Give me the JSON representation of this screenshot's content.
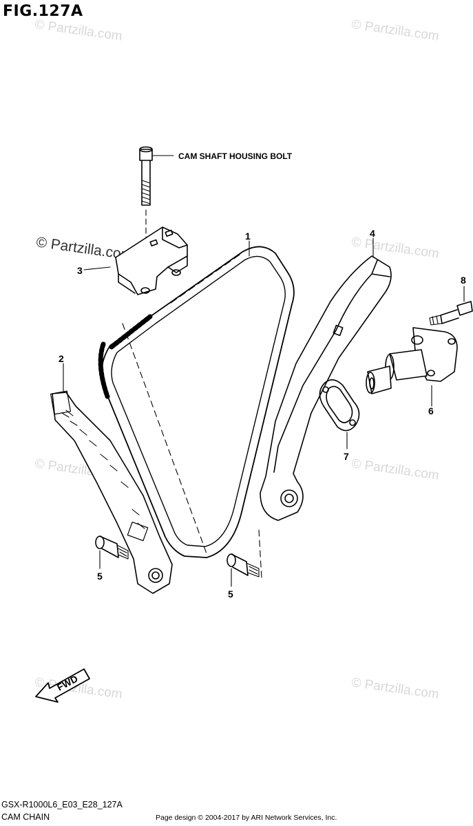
{
  "figure": {
    "title": "FIG.127A",
    "code": "GSX-R1000L6_E03_E28_127A",
    "name": "CAM CHAIN"
  },
  "watermarks": {
    "text": "© Partzilla.com",
    "featured": "© Partzilla.com"
  },
  "labels": {
    "bolt": "CAM SHAFT HOUSING BOLT",
    "part1": "1",
    "part2": "2",
    "part3": "3",
    "part4": "4",
    "part5a": "5",
    "part5b": "5",
    "part6": "6",
    "part7": "7",
    "part8": "8",
    "fwd": "FWD"
  },
  "footer": {
    "copyright": "Page design © 2004-2017 by ARI Network Services, Inc."
  }
}
